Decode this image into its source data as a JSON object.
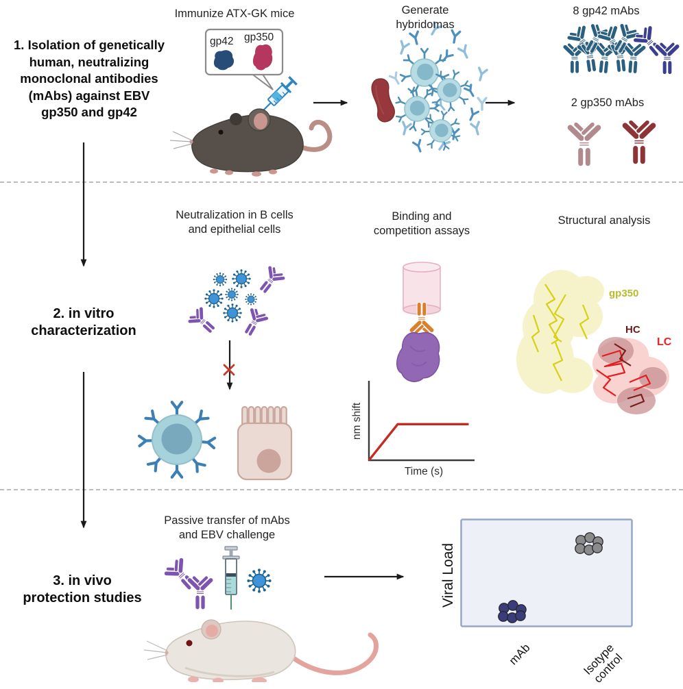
{
  "figure": {
    "steps": [
      {
        "label": "1.  Isolation of genetically\nhuman, neutralizing\nmonoclonal antibodies\n(mAbs) against EBV\ngp350 and gp42"
      },
      {
        "label": "2. in vitro\ncharacterization"
      },
      {
        "label": "3. in vivo\nprotection studies"
      }
    ],
    "row1": {
      "immunize_title": "Immunize ATX-GK mice",
      "bubble": {
        "gp42": "gp42",
        "gp350": "gp350"
      },
      "hybridomas_title": "Generate\nhybridomas",
      "gp42_mabs_title": "8 gp42 mAbs",
      "gp350_mabs_title": "2 gp350 mAbs"
    },
    "row2": {
      "neutralization_title": "Neutralization in B cells\nand epithelial cells",
      "binding_title": "Binding and\ncompetition assays",
      "structural_title": "Structural analysis",
      "structure_labels": {
        "gp350": "gp350",
        "hc": "HC",
        "lc": "LC"
      }
    },
    "row3": {
      "transfer_title": "Passive transfer of mAbs\nand EBV challenge"
    }
  },
  "chart_data": [
    {
      "id": "binding_kinetics",
      "type": "line",
      "title": "Binding and competition assays",
      "xlabel": "Time (s)",
      "ylabel": "nm shift",
      "grid": false,
      "axis_ticks": "none (qualitative sketch)",
      "line_color": "#C62A21",
      "points_norm": [
        [
          0,
          0
        ],
        [
          0.28,
          0.47
        ],
        [
          0.97,
          0.47
        ]
      ],
      "description": "association curve: linear rise then plateau"
    },
    {
      "id": "viral_load",
      "type": "scatter",
      "ylabel": "Viral Load",
      "categories": [
        "mAb",
        "Isotype control"
      ],
      "grid": false,
      "axis_ticks": "none (qualitative sketch)",
      "groups": [
        {
          "label": "mAb",
          "color": "#3B3D7A",
          "n": 6,
          "x_norm": 0.305,
          "y_norm": 0.128
        },
        {
          "label": "Isotype control",
          "color": "#8B8B8B",
          "n": 6,
          "x_norm": 0.755,
          "y_norm": 0.763
        }
      ]
    }
  ],
  "palette": {
    "teal_mab": "#2A5F80",
    "navy_mab": "#3A3F8E",
    "mauve_mab": "#B18A8D",
    "brick_mab": "#8E3437",
    "purple_mab": "#7D55B0",
    "orange_mab": "#D9802F",
    "virus_body": "#3F93D6",
    "virus_spike": "#1F6391",
    "spleen": "#97383C",
    "hybridoma_body": "#B8DCE4",
    "bcell_body": "#A6D3DB",
    "epithelial_body": "#EBDAD4",
    "biosensor_pink": "#F8E3E9",
    "antigen_purple": "#9268B5",
    "kinetics_line": "#C62A21",
    "plot_bg": "#EDF0F7",
    "plot_border": "#97A6C8",
    "dot_mab": "#3B3D7A",
    "dot_isotype": "#8B8B8B",
    "gp42_blob": "#274C77",
    "gp350_blob": "#B5365E",
    "label_gp350": "#B8BC2A",
    "label_hc": "#6B1A1A",
    "label_lc": "#F51D1D",
    "mouse_dark": "#57504A",
    "mouse_white": "#EAE5DF",
    "x_mark": "#C0392B",
    "arrow": "#1a1a1a"
  }
}
